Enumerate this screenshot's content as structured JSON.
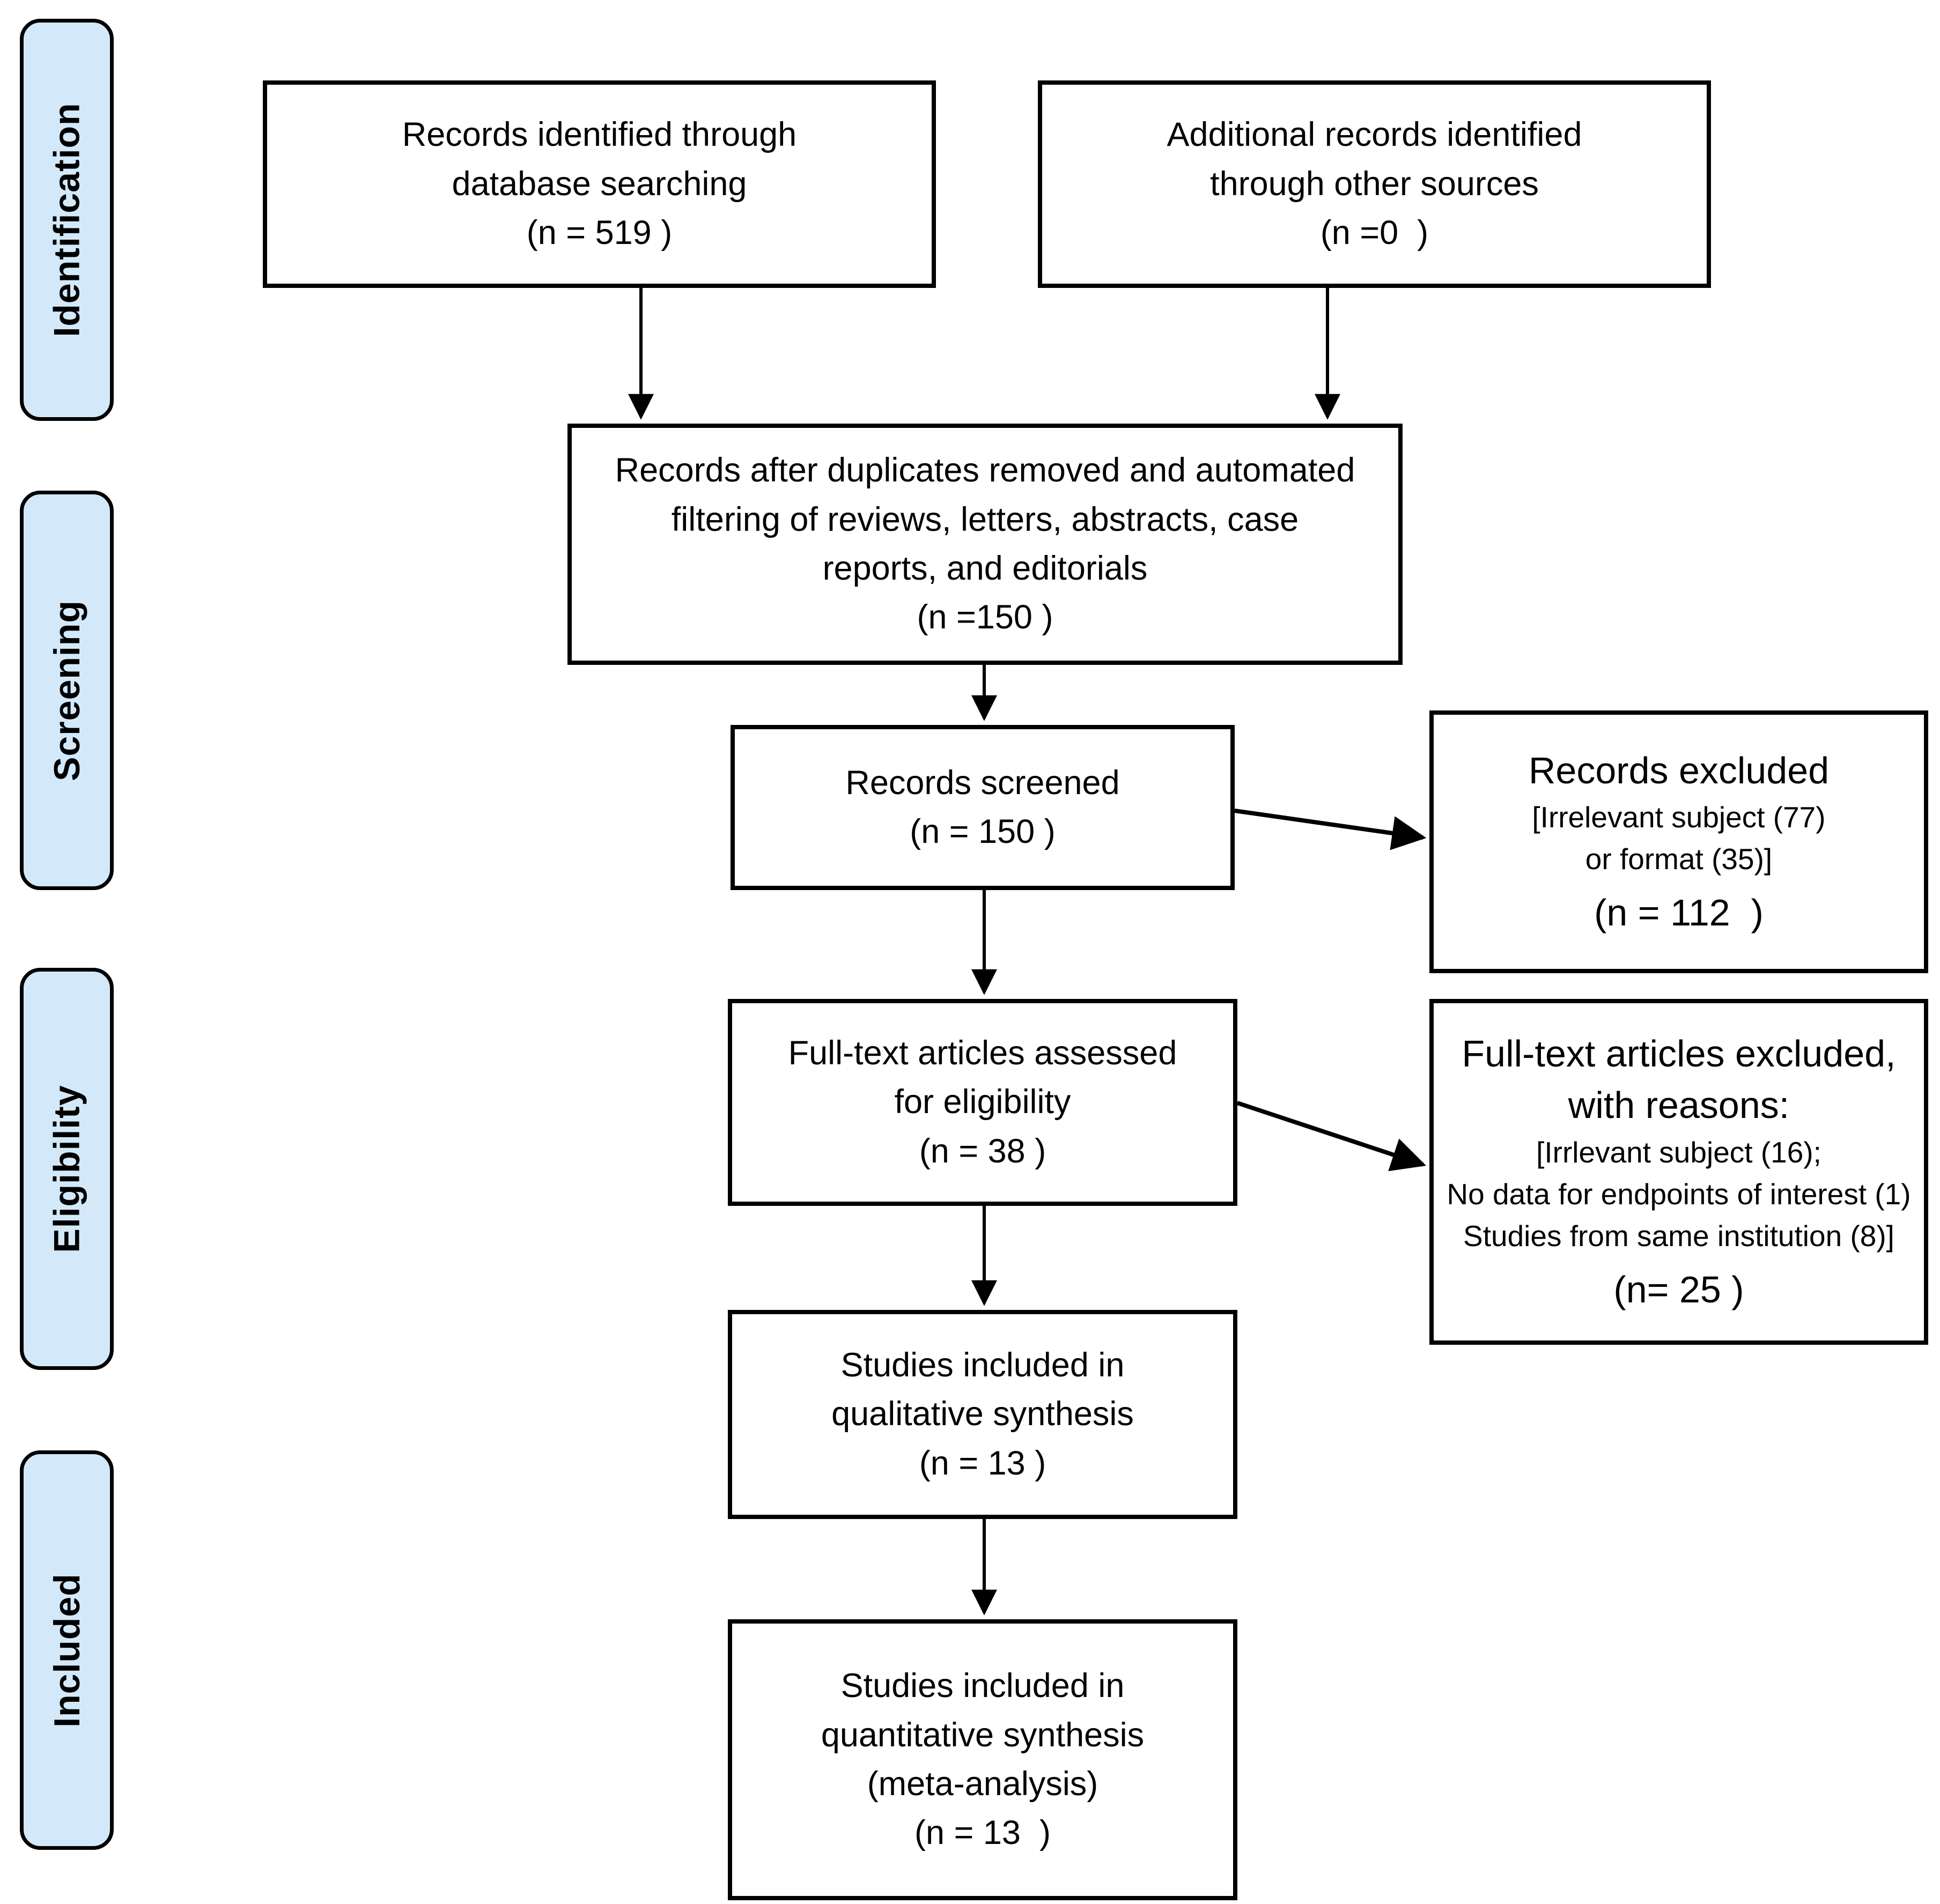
{
  "sidebar": {
    "items": [
      {
        "label": "Identification"
      },
      {
        "label": "Screening"
      },
      {
        "label": "Eligibility"
      },
      {
        "label": "Included"
      }
    ]
  },
  "boxes": {
    "identified": {
      "lines": [
        "Records identified through",
        "database searching",
        "(n = 519 )"
      ]
    },
    "additional": {
      "lines": [
        "Additional records identified",
        "through other sources",
        "(n =0  )"
      ]
    },
    "deduplicated": {
      "lines": [
        "Records after duplicates removed and automated",
        "filtering of reviews, letters, abstracts, case",
        "reports, and editorials",
        "(n =150 )"
      ]
    },
    "screened": {
      "lines": [
        "Records screened",
        "(n = 150 )"
      ]
    },
    "records_excluded": {
      "title": "Records excluded",
      "details": [
        "[Irrelevant subject (77)",
        "or format (35)]"
      ],
      "count": "(n = 112  )"
    },
    "fulltext_assessed": {
      "lines": [
        "Full-text articles assessed",
        "for eligibility",
        "(n = 38 )"
      ]
    },
    "fulltext_excluded": {
      "title_lines": [
        "Full-text articles excluded,",
        "with reasons:"
      ],
      "details": [
        "[Irrlevant subject (16);",
        "No data for endpoints of interest (1)",
        "Studies from same institution (8)]"
      ],
      "count": "(n= 25 )"
    },
    "qualitative": {
      "lines": [
        "Studies included in",
        "qualitative synthesis",
        "(n = 13 )"
      ]
    },
    "quantitative": {
      "lines": [
        "Studies included in",
        "quantitative synthesis",
        "(meta-analysis)",
        "(n = 13  )"
      ]
    }
  },
  "colors": {
    "stage_fill": "#d3e9f9",
    "box_fill": "#ffffff",
    "line_color": "#000000"
  }
}
